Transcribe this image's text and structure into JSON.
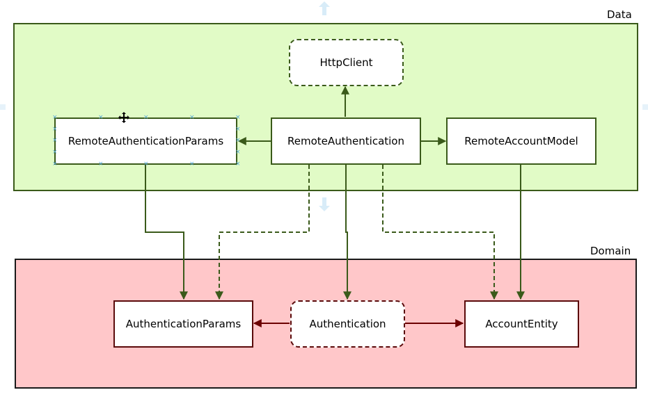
{
  "layers": {
    "data": {
      "label": "Data",
      "fill": "#e1fbc6",
      "stroke": "#3a5a1a"
    },
    "domain": {
      "label": "Domain",
      "fill": "#ffc7c9",
      "stroke": "#1a1a1a"
    }
  },
  "nodes": {
    "http_client": "HttpClient",
    "remote_authentication_params": "RemoteAuthenticationParams",
    "remote_authentication": "RemoteAuthentication",
    "remote_account_model": "RemoteAccountModel",
    "authentication_params": "AuthenticationParams",
    "authentication": "Authentication",
    "account_entity": "AccountEntity"
  },
  "colors": {
    "data_arrow": "#3a5a1a",
    "domain_arrow": "#6b0000",
    "selection": "#5aaad8"
  }
}
